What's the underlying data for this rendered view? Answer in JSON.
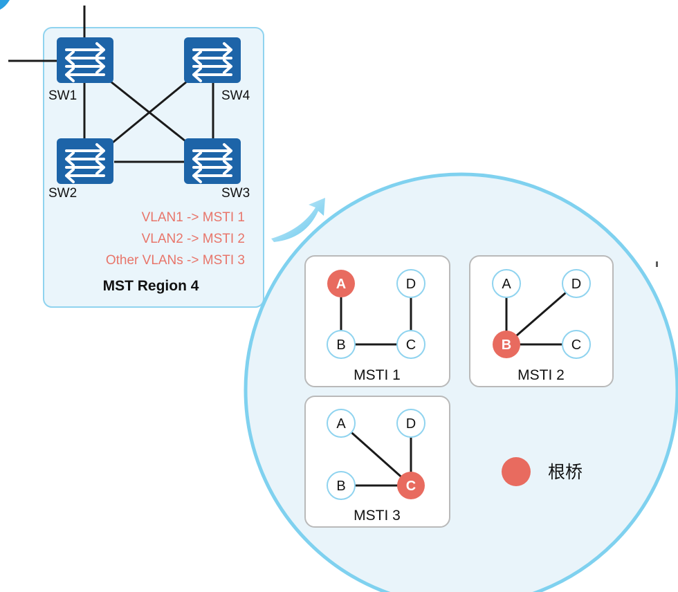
{
  "colors": {
    "switch_fill": "#1d64a8",
    "region_fill": "#eaf5fb",
    "region_border": "#8fd3ef",
    "circle_fill": "#e9f4fa",
    "circle_border": "#7fd1ef",
    "root": "#e86b5f",
    "mapping_text": "#e8756a",
    "node_border": "#8fd3ef",
    "link": "#1a1a1a"
  },
  "region": {
    "title": "MST Region 4",
    "switches": [
      "SW1",
      "SW4",
      "SW2",
      "SW3"
    ],
    "mappings": [
      "VLAN1 -> MSTI 1",
      "VLAN2 -> MSTI 2",
      "Other VLANs -> MSTI 3"
    ]
  },
  "instances": [
    {
      "label": "MSTI 1",
      "nodes": [
        "A",
        "D",
        "B",
        "C"
      ],
      "root": "A"
    },
    {
      "label": "MSTI 2",
      "nodes": [
        "A",
        "D",
        "B",
        "C"
      ],
      "root": "B"
    },
    {
      "label": "MSTI 3",
      "nodes": [
        "A",
        "D",
        "B",
        "C"
      ],
      "root": "C"
    }
  ],
  "legend": {
    "root_bridge_label": "根桥",
    "icon": "root-bridge-dot"
  }
}
